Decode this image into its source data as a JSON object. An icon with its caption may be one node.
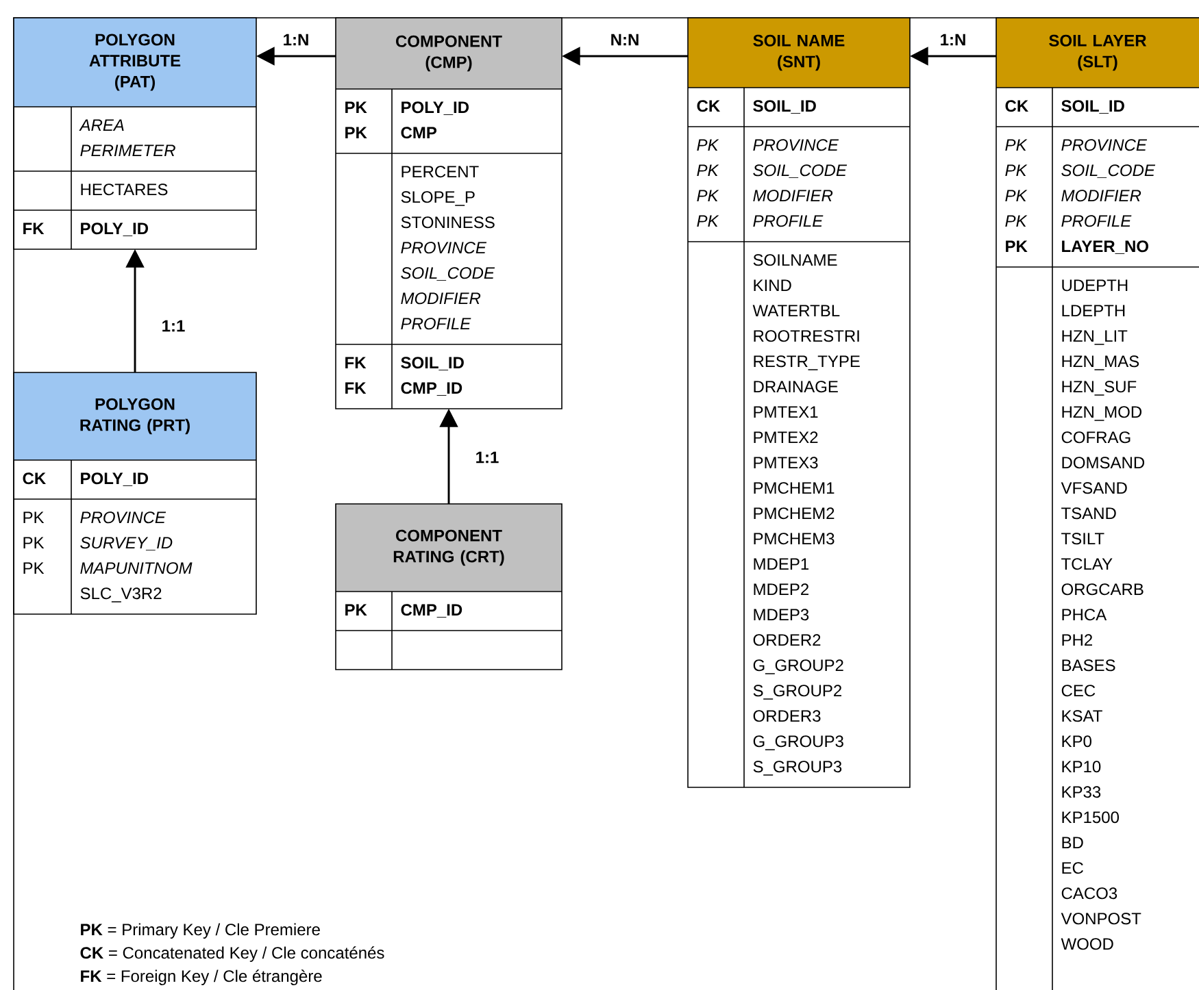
{
  "diagram": {
    "nodes": [
      {
        "text": [
          "POLYGON ATTRIBUTE (PAT)",
          "AREA",
          "PERIMETER",
          "HECTARES",
          "FK",
          "POLY_ID"
        ]
      },
      {
        "text": [
          "COMPONENT (CMP)",
          "PK",
          "POLY_ID",
          "PK",
          "CMP",
          "PERCENT",
          "SLOPE_P",
          "STONINESS",
          "PROVINCE",
          "SOIL_CODE",
          "MODIFIER",
          "PROFILE",
          "FK",
          "SOIL_ID",
          "FK",
          "CMP_ID"
        ]
      },
      {
        "text": [
          "SOIL NAME (SNT)",
          "CK",
          "SOIL_ID",
          "PK",
          "PROVINCE",
          "PK",
          "SOIL_CODE",
          "PK",
          "MODIFIER",
          "PK",
          "PROFILE",
          "SOILNAME",
          "KIND",
          "WATERTBL",
          "ROOTRESTRI",
          "RESTR_TYPE",
          "DRAINAGE",
          "PMTEX1",
          "PMTEX2",
          "PMTEX3",
          "PMCHEM1",
          "PMCHEM2",
          "PMCHEM3",
          "MDEP1",
          "MDEP2",
          "MDEP3",
          "ORDER2",
          "G_GROUP2",
          "S_GROUP2",
          "ORDER3",
          "G_GROUP3",
          "S_GROUP3"
        ]
      },
      {
        "text": [
          "SOIL LAYER (SLT)",
          "CK",
          "SOIL_ID",
          "PK",
          "PROVINCE",
          "PK",
          "SOIL_CODE",
          "PK",
          "MODIFIER",
          "PK",
          "PROFILE",
          "PK",
          "LAYER_NO",
          "UDEPTH",
          "LDEPTH",
          "HZN_LIT",
          "HZN_MAS",
          "HZN_SUF",
          "HZN_MOD",
          "COFRAG",
          "DOMSAND",
          "VFSAND",
          "TSAND",
          "TSILT",
          "TCLAY",
          "ORGCARB",
          "PHCA",
          "PH2",
          "BASES",
          "CEC",
          "KSAT",
          "KP0",
          "KP10",
          "KP33",
          "KP1500",
          "BD",
          "EC",
          "CACO3",
          "VONPOST",
          "WOOD"
        ]
      },
      {
        "text": [
          "POLYGON RATING (PRT)",
          "CK",
          "POLY_ID",
          "PK",
          "PROVINCE",
          "PK",
          "SURVEY_ID",
          "PK",
          "MAPUNITNOM",
          "SLC_V3R2"
        ]
      },
      {
        "text": [
          "COMPONENT RATING (CRT)",
          "PK",
          "CMP_ID"
        ]
      }
    ],
    "edges": [
      {
        "from": 1,
        "to": 0,
        "arrow": "to",
        "label": "1:N"
      },
      {
        "from": 2,
        "to": 1,
        "arrow": "to",
        "label": "N:N"
      },
      {
        "from": 3,
        "to": 2,
        "arrow": "to",
        "label": "1:N"
      },
      {
        "from": 4,
        "to": 0,
        "arrow": "to",
        "label": "1:1"
      },
      {
        "from": 5,
        "to": 1,
        "arrow": "to",
        "label": "1:1"
      }
    ],
    "labels": [
      "**PK** = Primary Key / Cle Premiere",
      "**CK** = Concatenated Key / Cle concaténés",
      "**FK** = Foreign Key / Cle étrangère"
    ]
  }
}
